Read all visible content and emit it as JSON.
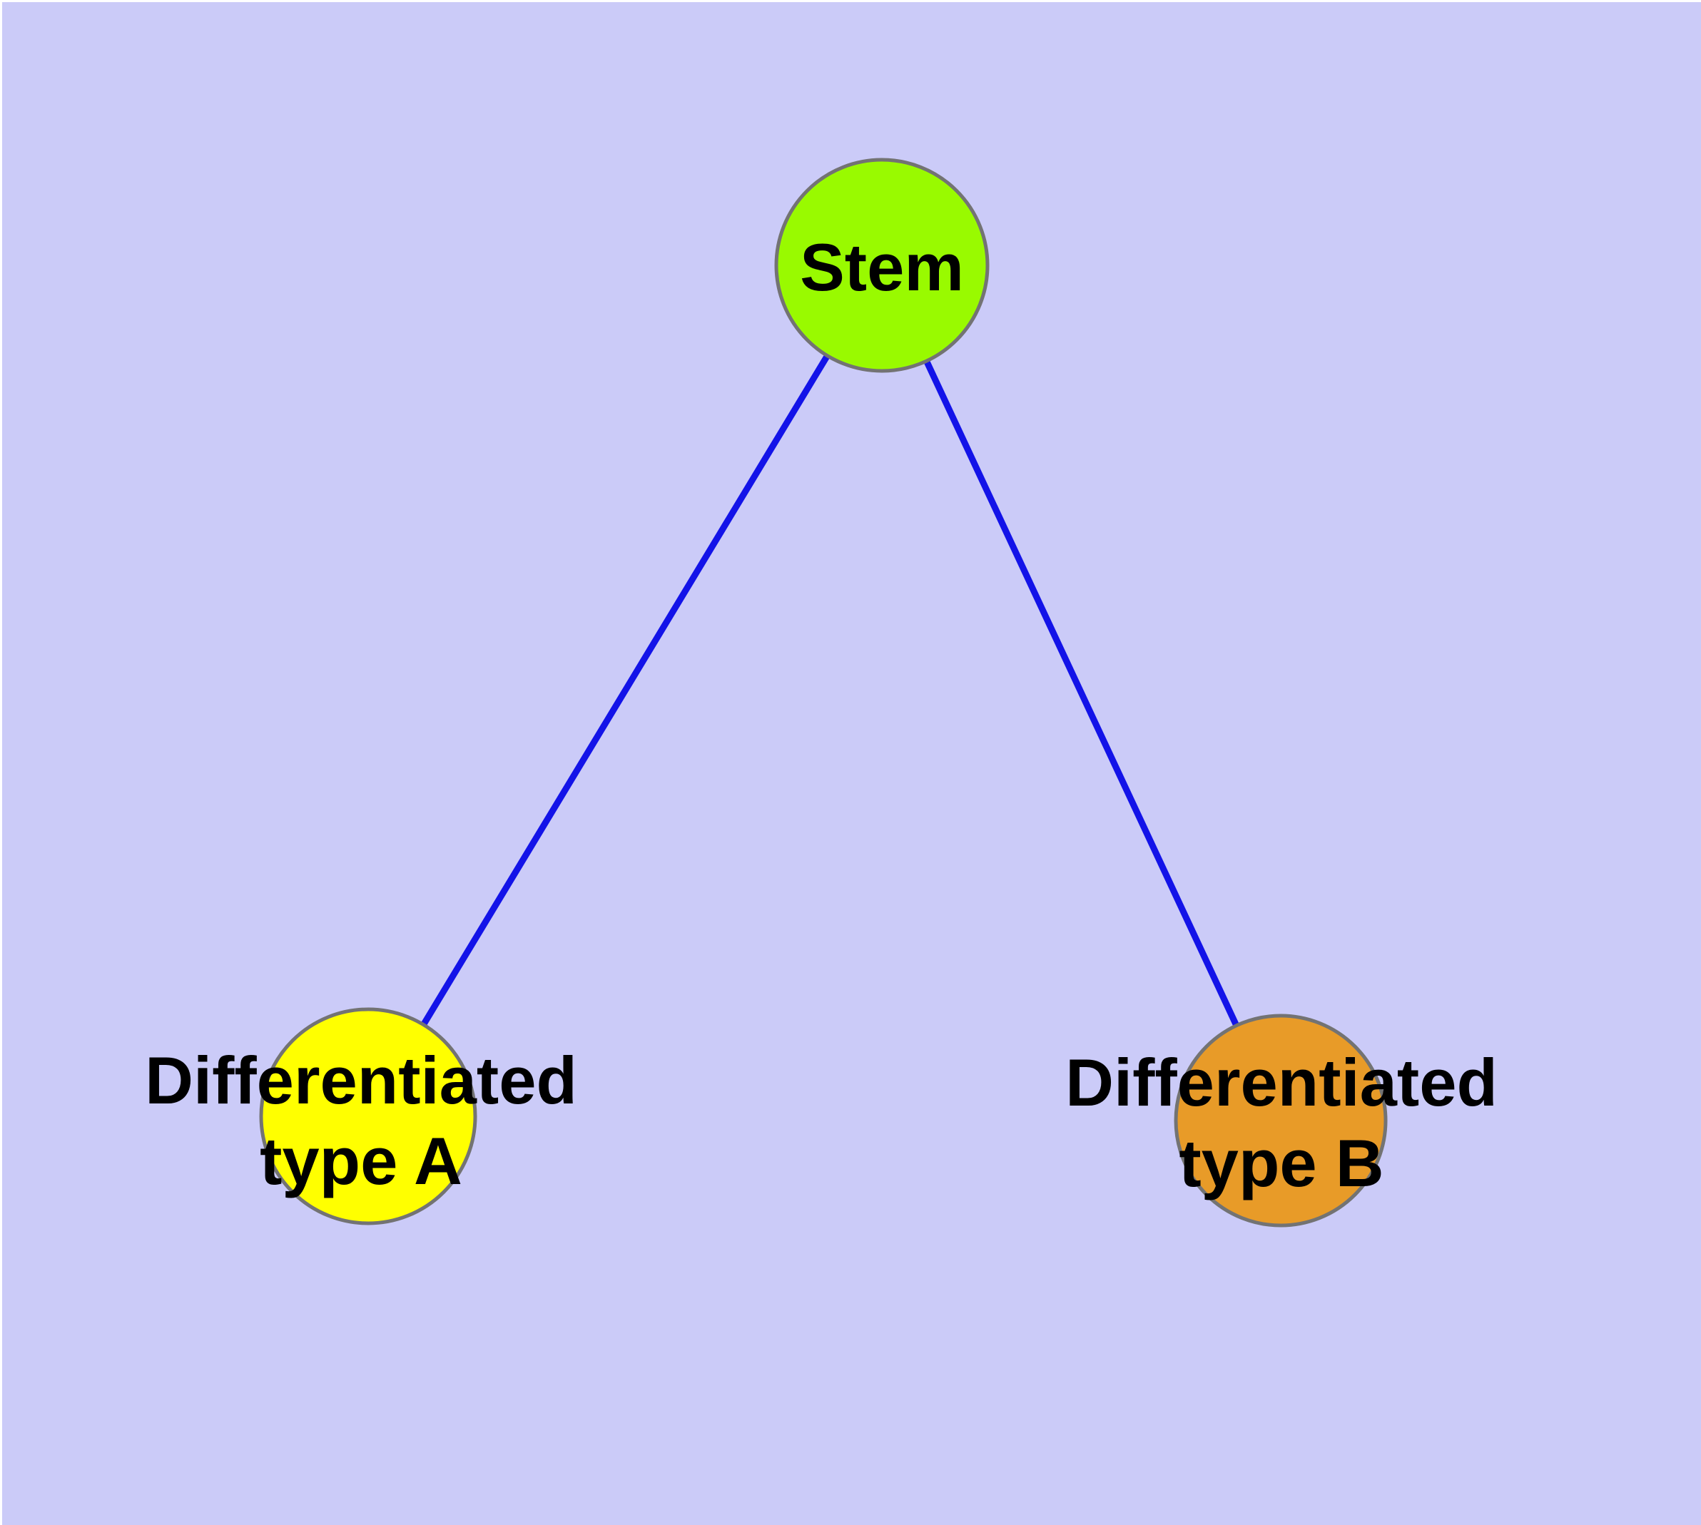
{
  "diagram": {
    "title": "",
    "background_color": "#CBCBF8",
    "edge_color": "#1313E8",
    "node_border_color": "#737373",
    "label_color": "#000000",
    "nodes": [
      {
        "id": "stem",
        "label": "Stem",
        "label_line1": "Stem",
        "label_line2": "",
        "fill": "#99FA00"
      },
      {
        "id": "type-a",
        "label": "Differentiated type A",
        "label_line1": "Differentiated",
        "label_line2": "type A",
        "fill": "#FFFF00"
      },
      {
        "id": "type-b",
        "label": "Differentiated type B",
        "label_line1": "Differentiated",
        "label_line2": "type B",
        "fill": "#E89B28"
      }
    ],
    "edges": [
      {
        "from": "stem",
        "to": "type-a"
      },
      {
        "from": "stem",
        "to": "type-b"
      }
    ]
  }
}
